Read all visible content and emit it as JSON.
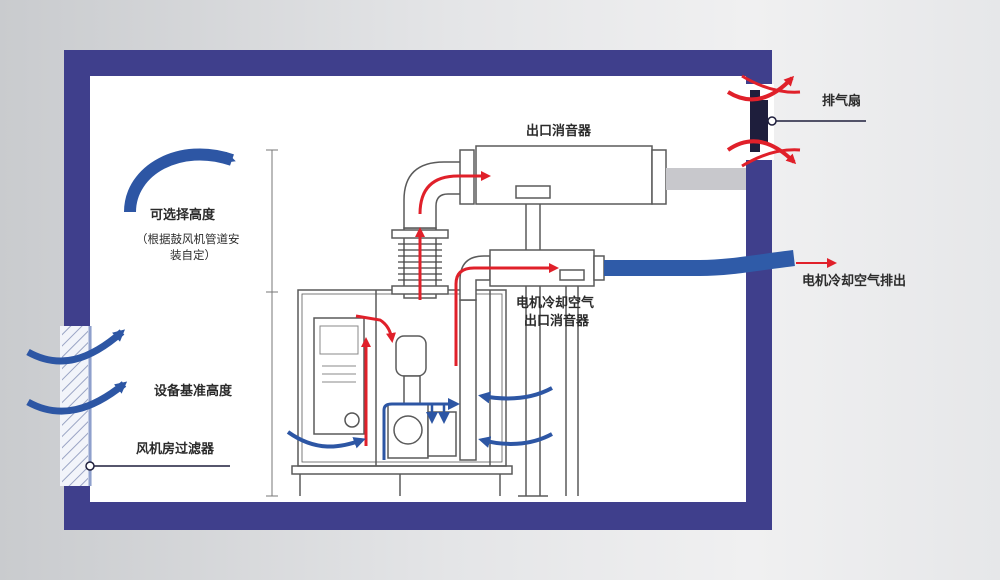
{
  "labels": {
    "exhaust_fan": "排气扇",
    "outlet_silencer": "出口消音器",
    "selectable_height": "可选择高度",
    "selectable_height_note_1": "（根据鼓风机管道安",
    "selectable_height_note_2": "装自定）",
    "motor_cooling_exhaust": "电机冷却空气排出",
    "motor_cooling_silencer_1": "电机冷却空气",
    "motor_cooling_silencer_2": "出口消音器",
    "equipment_base_height": "设备基准高度",
    "room_filter": "风机房过滤器"
  },
  "colors": {
    "wall": "#3f3f8c",
    "room_interior": "#ffffff",
    "intake_arrow": "#2d56a4",
    "exhaust_arrow": "#e0202a",
    "equipment_line": "#5a5a5a",
    "cooling_duct": "#2f5ba8"
  },
  "icons": {
    "fan": "exhaust-fan-icon",
    "filter": "filter-hatch-icon"
  }
}
